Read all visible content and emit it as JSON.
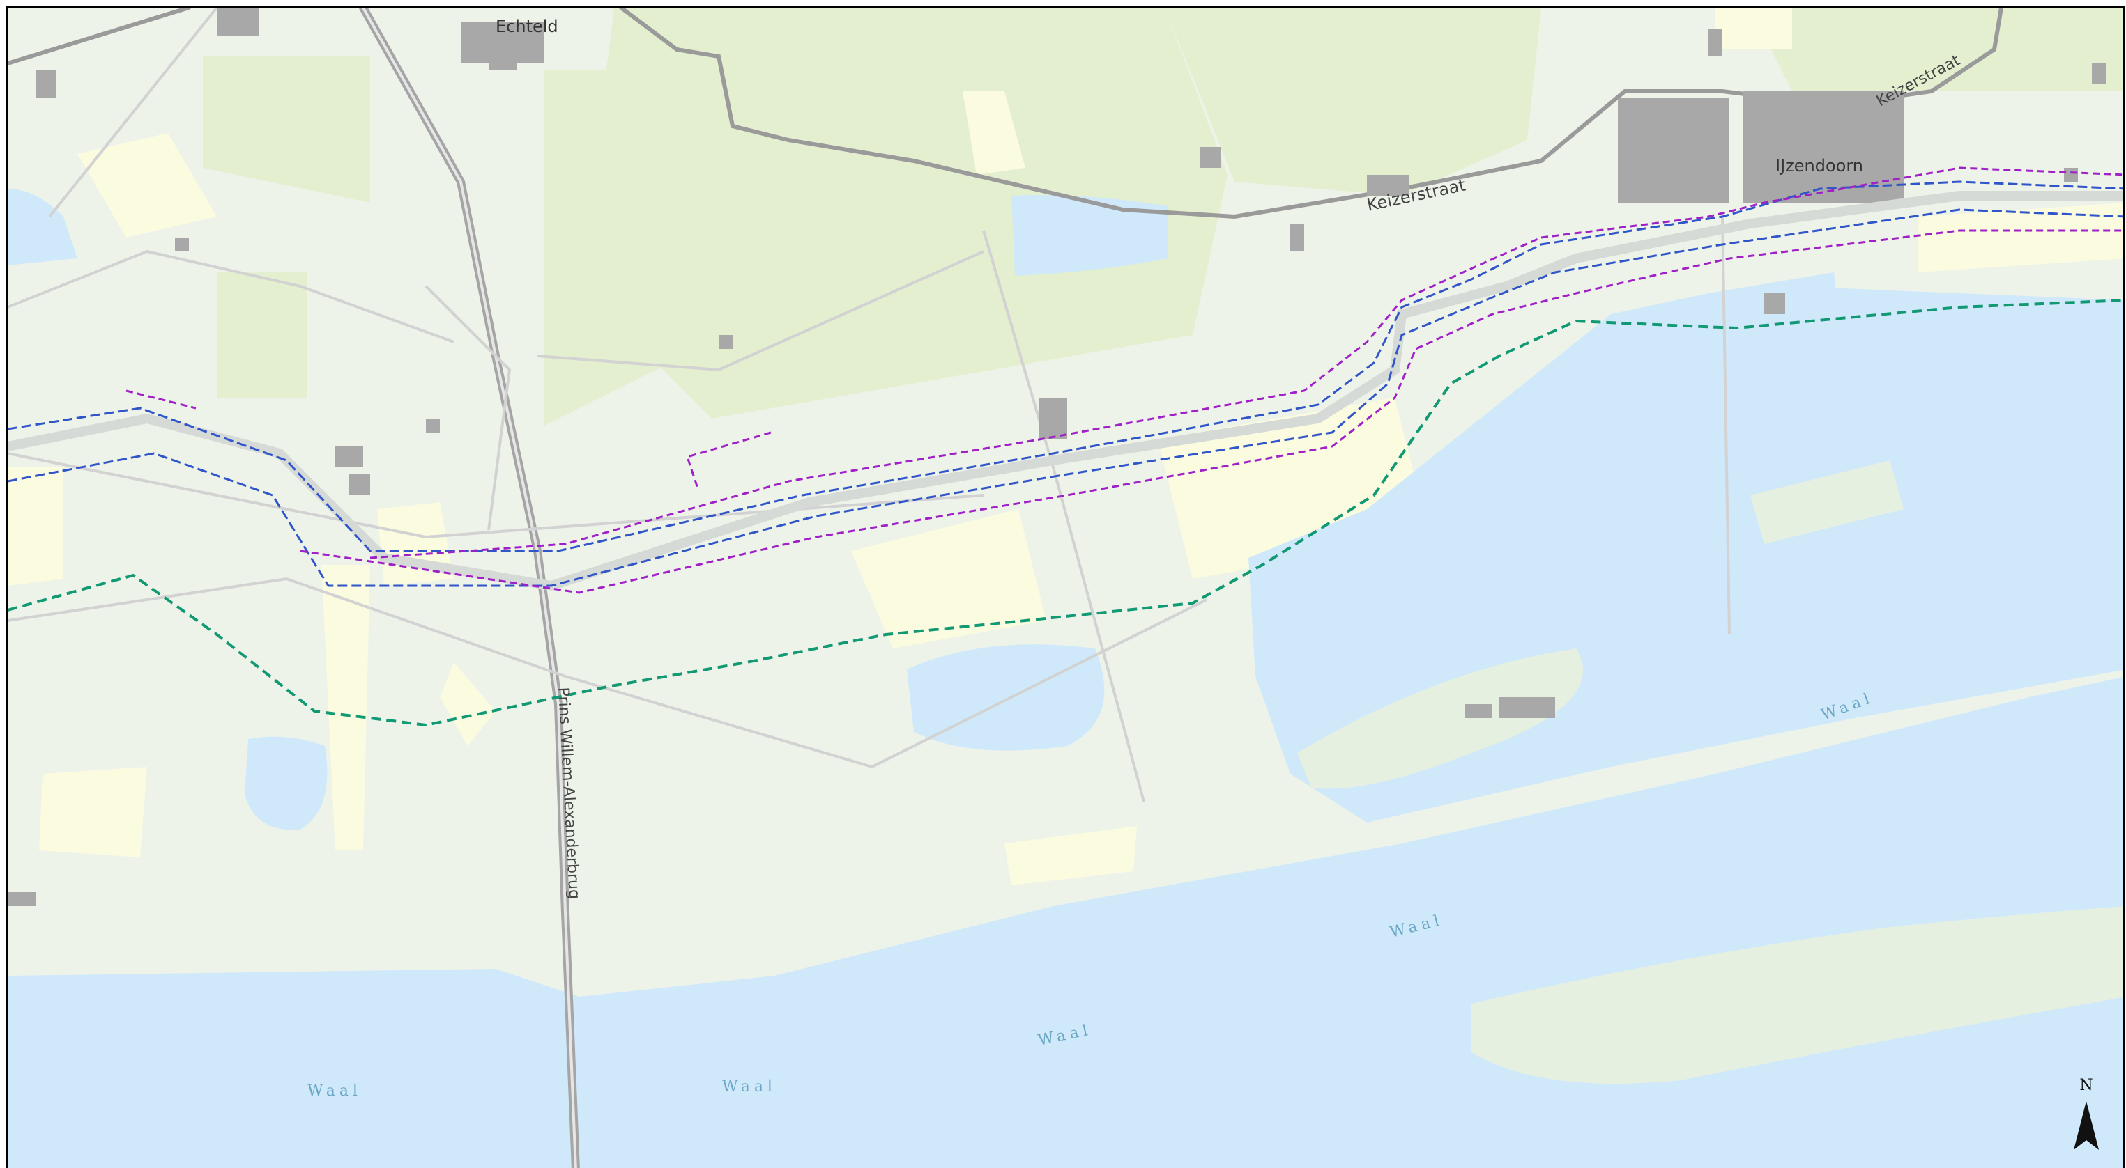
{
  "map": {
    "colors": {
      "land": "#eef3e9",
      "meadow": "#e3efcf",
      "field": "#fbfbe0",
      "water": "#cfe9fb",
      "road": "#9a9a9a",
      "building": "#a8a8a8",
      "border": "#000000",
      "route_blue": "#2f55c9",
      "route_purple": "#a020c8",
      "route_green": "#119973"
    },
    "places": {
      "echteld": "Echteld",
      "ijzendoorn": "IJzendoorn"
    },
    "roads": {
      "keizerstraat_1": "Keizerstraat",
      "keizerstraat_2": "Keizerstraat",
      "bridge": "Prins Willem-Alexanderbrug"
    },
    "water": {
      "waal_1": "Waal",
      "waal_2": "Waal",
      "waal_3": "Waal",
      "waal_4": "Waal",
      "waal_5": "Waal"
    },
    "north_arrow": {
      "label": "N",
      "icon": "north-arrow-icon"
    }
  }
}
